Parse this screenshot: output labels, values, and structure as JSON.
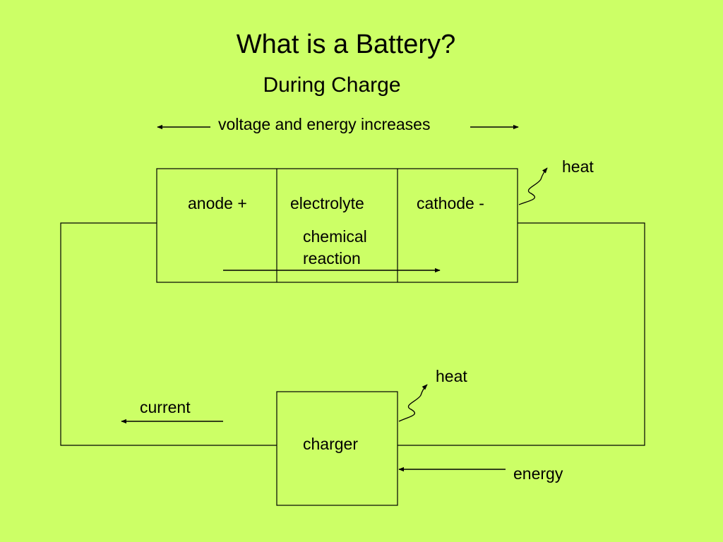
{
  "title": "What is a Battery?",
  "subtitle": "During Charge",
  "voltage_label": "voltage and energy increases",
  "cell": {
    "anode": "anode +",
    "electrolyte": "electrolyte",
    "cathode": "cathode -",
    "reaction": "chemical\nreaction"
  },
  "heat_top": "heat",
  "heat_bottom": "heat",
  "current": "current",
  "charger": "charger",
  "energy": "energy",
  "colors": {
    "background": "#ccff66",
    "ink": "#000000"
  }
}
